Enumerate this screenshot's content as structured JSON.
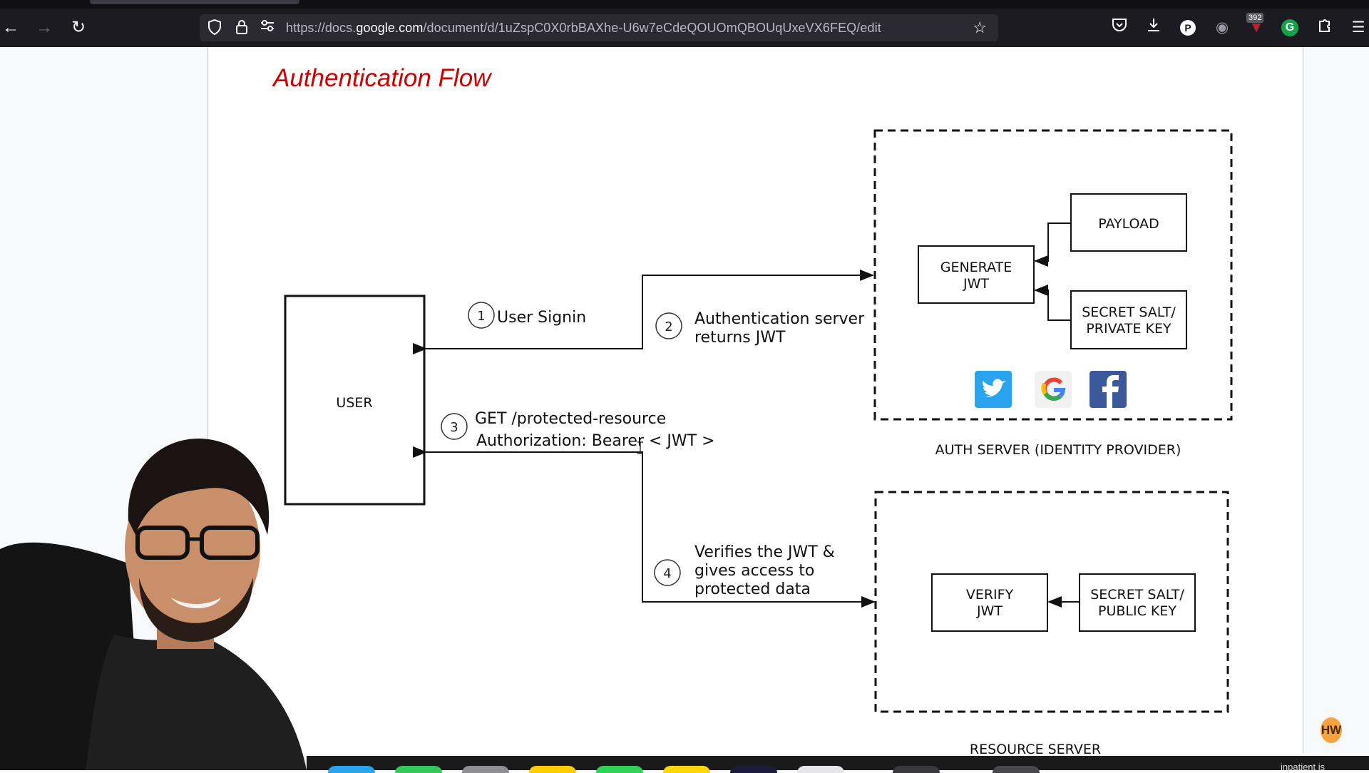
{
  "browser": {
    "url_prefix": "https://docs.",
    "url_host": "google.com",
    "url_path": "/document/d/1uZspC0X0rbBAXhe-U6w7eCdeQOUOmQBOUqUxeVX6FEQ/edit",
    "extension_badge": "392",
    "profile_letter": "P",
    "grammarly_letter": "G",
    "icons": {
      "back": "back-arrow-icon",
      "forward": "forward-arrow-icon",
      "reload": "reload-icon",
      "shield": "shield-icon",
      "lock": "lock-icon",
      "permissions": "site-permissions-icon",
      "bookmark": "bookmark-star-icon",
      "pocket": "pocket-icon",
      "downloads": "download-icon",
      "extensions": "puzzle-icon",
      "menu": "hamburger-menu-icon"
    }
  },
  "document": {
    "title": "Authentication Flow",
    "title_color": "#cc0000"
  },
  "diagram": {
    "user_box": "USER",
    "steps": [
      {
        "num": "1",
        "label": "User Signin"
      },
      {
        "num": "2",
        "line1": "Authentication server",
        "line2": "returns JWT"
      },
      {
        "num": "3",
        "line1": "GET /protected-resource",
        "line2": "Authorization: Bearer < JWT >"
      },
      {
        "num": "4",
        "line1": "Verifies the JWT &",
        "line2": "gives access to",
        "line3": "protected data"
      }
    ],
    "auth_server": {
      "caption": "AUTH SERVER (IDENTITY PROVIDER)",
      "generate_jwt": {
        "line1": "GENERATE",
        "line2": "JWT"
      },
      "payload": "PAYLOAD",
      "secret_private": {
        "line1": "SECRET SALT/",
        "line2": "PRIVATE KEY"
      },
      "providers": [
        "twitter-icon",
        "google-icon",
        "facebook-icon"
      ]
    },
    "resource_server": {
      "caption": "RESOURCE SERVER",
      "verify_jwt": {
        "line1": "VERIFY",
        "line2": "JWT"
      },
      "secret_public": {
        "line1": "SECRET SALT/",
        "line2": "PUBLIC KEY"
      }
    }
  },
  "overlay": {
    "watermark": "HW",
    "dock_caption": "inpatient is"
  }
}
